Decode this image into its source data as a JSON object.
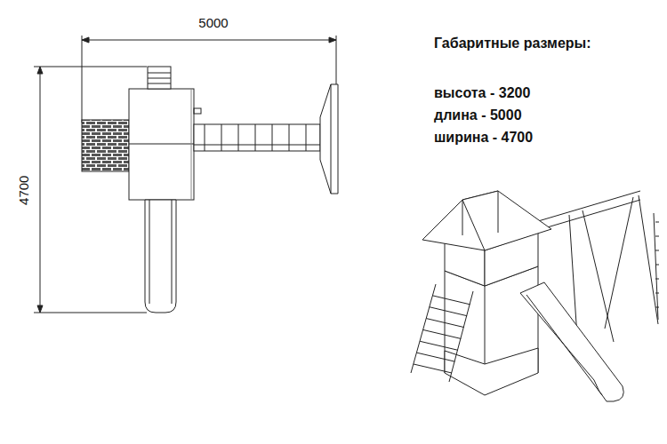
{
  "diagram": {
    "labels": [
      "5000",
      "4700",
      "Габаритные размеры:",
      "высота - 3200",
      "длина - 5000",
      "ширина - 4700"
    ]
  }
}
